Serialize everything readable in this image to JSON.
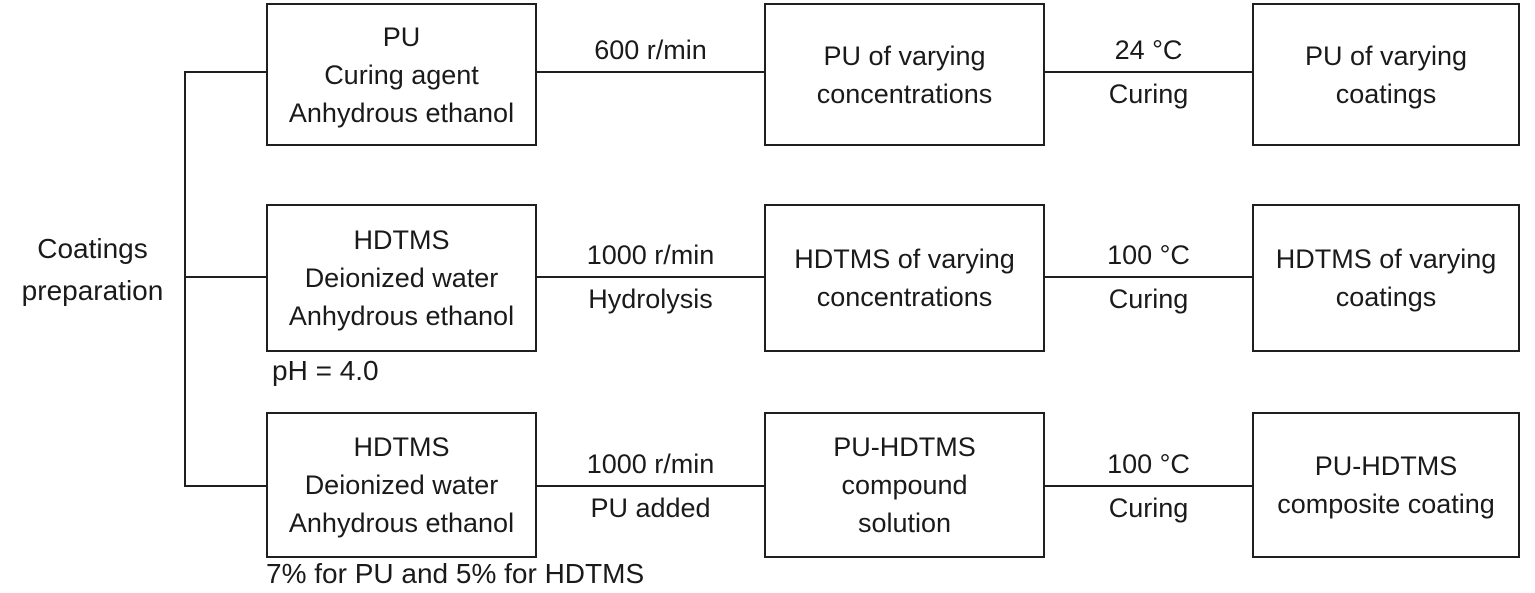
{
  "page": {
    "background": "#ffffff",
    "line_color": "#1f1f1f",
    "text_color": "#1a1a1a"
  },
  "diagram": {
    "root_label": {
      "line1": "Coatings",
      "line2": "preparation"
    },
    "rows": [
      {
        "source_box": {
          "lines": [
            "PU",
            "Curing agent",
            "Anhydrous ethanol"
          ]
        },
        "source_note": "",
        "step1": {
          "above": "600 r/min",
          "below": ""
        },
        "middle_box": {
          "lines": [
            "PU of varying",
            "concentrations"
          ]
        },
        "step2": {
          "above": "24 °C",
          "below": "Curing"
        },
        "result_box": {
          "lines": [
            "PU of varying",
            "coatings"
          ]
        }
      },
      {
        "source_box": {
          "lines": [
            "HDTMS",
            "Deionized water",
            "Anhydrous ethanol"
          ]
        },
        "source_note": "pH = 4.0",
        "step1": {
          "above": "1000 r/min",
          "below": "Hydrolysis"
        },
        "middle_box": {
          "lines": [
            "HDTMS of varying",
            "concentrations"
          ]
        },
        "step2": {
          "above": "100 °C",
          "below": "Curing"
        },
        "result_box": {
          "lines": [
            "HDTMS of varying",
            "coatings"
          ]
        }
      },
      {
        "source_box": {
          "lines": [
            "HDTMS",
            "Deionized water",
            "Anhydrous ethanol"
          ]
        },
        "source_note": "7% for PU and 5% for HDTMS",
        "step1": {
          "above": "1000 r/min",
          "below": "PU added"
        },
        "middle_box": {
          "lines": [
            "PU-HDTMS",
            "compound",
            "solution"
          ]
        },
        "step2": {
          "above": "100 °C",
          "below": "Curing"
        },
        "result_box": {
          "lines": [
            "PU-HDTMS",
            "composite coating"
          ]
        }
      }
    ]
  }
}
